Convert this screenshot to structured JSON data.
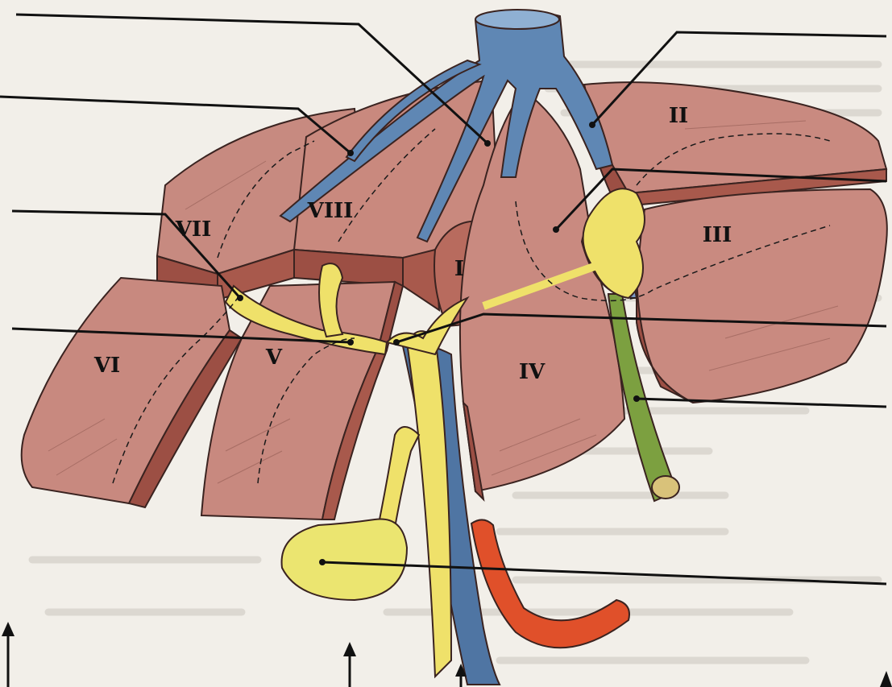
{
  "segments": {
    "s1": "I",
    "s2": "II",
    "s3": "III",
    "s4": "IV",
    "s5": "V",
    "s6": "VI",
    "s7": "VII",
    "s8": "VIII"
  },
  "colors": {
    "background": "#f2efe9",
    "liver": "#c98a80",
    "liver_cut": "#a8594c",
    "hepatic_vein": "#5f87b4",
    "bile_duct": "#efe16a",
    "portal_vein": "#7d9bc7",
    "hepatic_artery": "#e0502a",
    "round_ligament": "#7ca040",
    "gallbladder": "#ebe570"
  }
}
